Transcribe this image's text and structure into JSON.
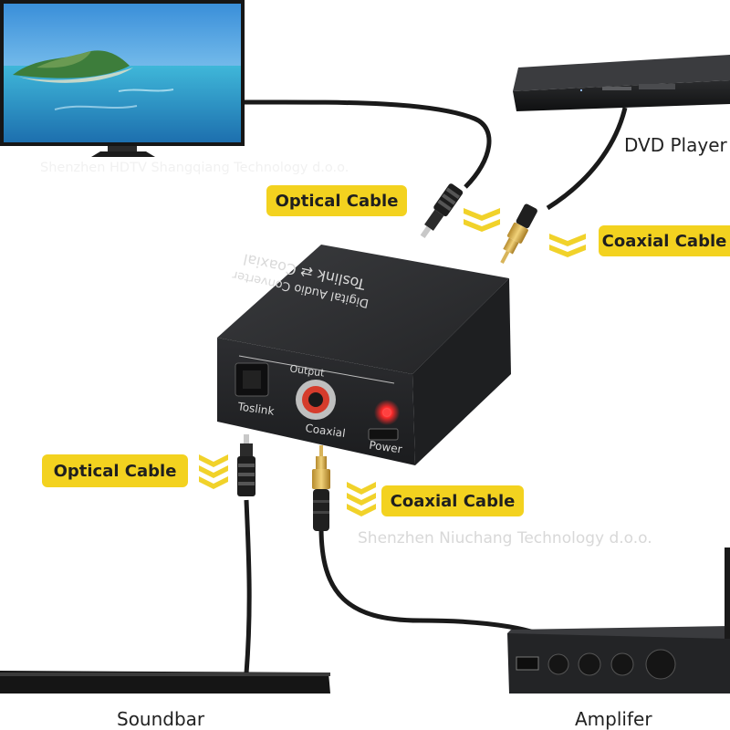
{
  "labels": {
    "optical_top": "Optical Cable",
    "coaxial_top": "Coaxial Cable",
    "optical_bottom": "Optical Cable",
    "coaxial_bottom": "Coaxial Cable"
  },
  "devices": {
    "dvd_player": "DVD Player",
    "soundbar": "Soundbar",
    "amplifier": "Amplifer"
  },
  "converter": {
    "title_line1": "Toslink ⇄ Coaxial",
    "title_line2": "Digital Audio Converter",
    "output_label": "Output",
    "port_toslink": "Toslink",
    "port_coaxial": "Coaxial",
    "port_power": "Power"
  },
  "watermarks": {
    "top": "Shenzhen HDTV Shangqiang Technology d.o.o.",
    "middle": "Shenzhen Niuchang Technology d.o.o."
  },
  "colors": {
    "label_bg": "#f3d21f",
    "chevron": "#f1d22a",
    "device_body": "#2a2b2d",
    "power_led": "#ff2a2a"
  }
}
